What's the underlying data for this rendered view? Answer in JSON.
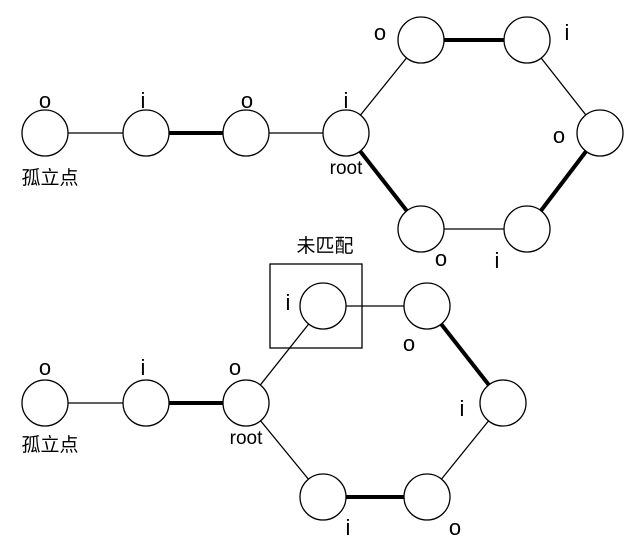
{
  "diagrams": [
    {
      "name": "top-graph",
      "nodes": [
        {
          "id": "t0",
          "label": "o",
          "note": "孤立点"
        },
        {
          "id": "t1",
          "label": "i"
        },
        {
          "id": "t2",
          "label": "o"
        },
        {
          "id": "t3",
          "label": "i",
          "note": "root"
        },
        {
          "id": "t4",
          "label": "o"
        },
        {
          "id": "t5",
          "label": "i"
        },
        {
          "id": "t6",
          "label": "o"
        },
        {
          "id": "t7",
          "label": "i"
        },
        {
          "id": "t8",
          "label": "o"
        }
      ],
      "edges": [
        {
          "from": "t0",
          "to": "t1",
          "matched": false
        },
        {
          "from": "t1",
          "to": "t2",
          "matched": true
        },
        {
          "from": "t2",
          "to": "t3",
          "matched": false
        },
        {
          "from": "t3",
          "to": "t4",
          "matched": false
        },
        {
          "from": "t4",
          "to": "t5",
          "matched": true
        },
        {
          "from": "t5",
          "to": "t6",
          "matched": false
        },
        {
          "from": "t6",
          "to": "t7",
          "matched": true
        },
        {
          "from": "t7",
          "to": "t8",
          "matched": false
        },
        {
          "from": "t8",
          "to": "t3",
          "matched": true
        }
      ]
    },
    {
      "name": "bottom-graph",
      "unmatched_box_label": "未匹配",
      "nodes": [
        {
          "id": "b0",
          "label": "o",
          "note": "孤立点"
        },
        {
          "id": "b1",
          "label": "i"
        },
        {
          "id": "b2",
          "label": "o",
          "note": "root"
        },
        {
          "id": "b3",
          "label": "i"
        },
        {
          "id": "b4",
          "label": "o"
        },
        {
          "id": "b5",
          "label": "i"
        },
        {
          "id": "b6",
          "label": "o"
        },
        {
          "id": "b7",
          "label": "i"
        }
      ],
      "edges": [
        {
          "from": "b0",
          "to": "b1",
          "matched": false
        },
        {
          "from": "b1",
          "to": "b2",
          "matched": true
        },
        {
          "from": "b2",
          "to": "b3",
          "matched": false
        },
        {
          "from": "b3",
          "to": "b4",
          "matched": false
        },
        {
          "from": "b4",
          "to": "b5",
          "matched": true
        },
        {
          "from": "b5",
          "to": "b6",
          "matched": false
        },
        {
          "from": "b6",
          "to": "b7",
          "matched": true
        },
        {
          "from": "b7",
          "to": "b2",
          "matched": false
        }
      ]
    }
  ]
}
